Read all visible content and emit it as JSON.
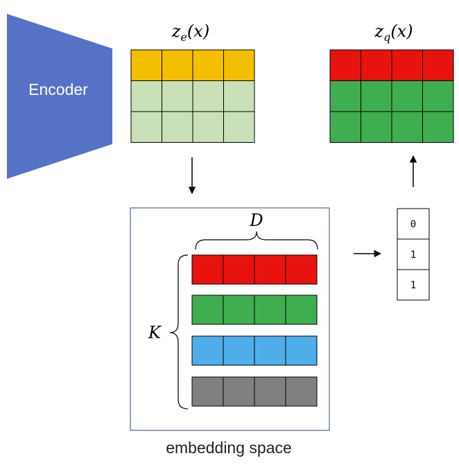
{
  "encoder": {
    "label": "Encoder",
    "color": "#5572c6"
  },
  "ze": {
    "symbol": "z",
    "subscript": "e",
    "argument": "(x)",
    "rows": [
      [
        "#f4bf00",
        "#f4bf00",
        "#f4bf00",
        "#f4bf00"
      ],
      [
        "#c9e0b8",
        "#c9e0b8",
        "#c9e0b8",
        "#c9e0b8"
      ],
      [
        "#c9e0b8",
        "#c9e0b8",
        "#c9e0b8",
        "#c9e0b8"
      ]
    ]
  },
  "zq": {
    "symbol": "z",
    "subscript": "q",
    "argument": "(x)",
    "rows": [
      [
        "#e8130f",
        "#e8130f",
        "#e8130f",
        "#e8130f"
      ],
      [
        "#3fae4f",
        "#3fae4f",
        "#3fae4f",
        "#3fae4f"
      ],
      [
        "#3fae4f",
        "#3fae4f",
        "#3fae4f",
        "#3fae4f"
      ]
    ]
  },
  "embedding_space": {
    "caption": "embedding space",
    "dimension_label": "D",
    "count_label": "K",
    "border_color": "#4a6796",
    "codebook": [
      {
        "color": "#e8130f"
      },
      {
        "color": "#3fae4f"
      },
      {
        "color": "#4daee9"
      },
      {
        "color": "#808080"
      }
    ]
  },
  "indices": {
    "values": [
      "0",
      "1",
      "1"
    ]
  }
}
